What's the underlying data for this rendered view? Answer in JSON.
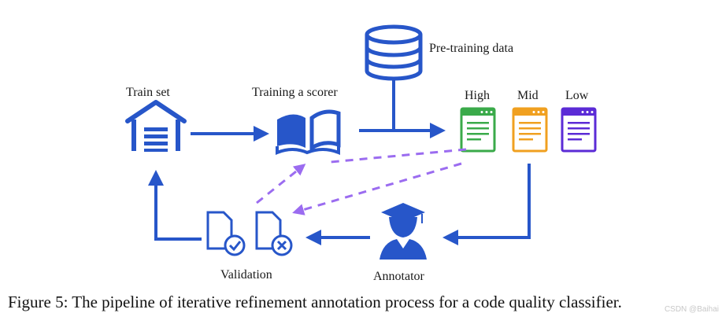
{
  "labels": {
    "pretraining": "Pre-training data",
    "train_set": "Train set",
    "training_scorer": "Training a scorer",
    "high": "High",
    "mid": "Mid",
    "low": "Low",
    "validation": "Validation",
    "annotator": "Annotator"
  },
  "caption": "Figure 5: The pipeline of iterative refinement annotation process for a code quality classifier.",
  "watermark": "CSDN @Baihai",
  "colors": {
    "blue": "#2756c9",
    "dashed": "#9b6cf0",
    "high": "#3aaa4a",
    "mid": "#f0a020",
    "low": "#5b2bd6"
  },
  "icons": [
    "database-icon",
    "garage-icon",
    "open-book-icon",
    "document-icon",
    "graduate-icon",
    "file-check-icon",
    "file-cross-icon"
  ]
}
